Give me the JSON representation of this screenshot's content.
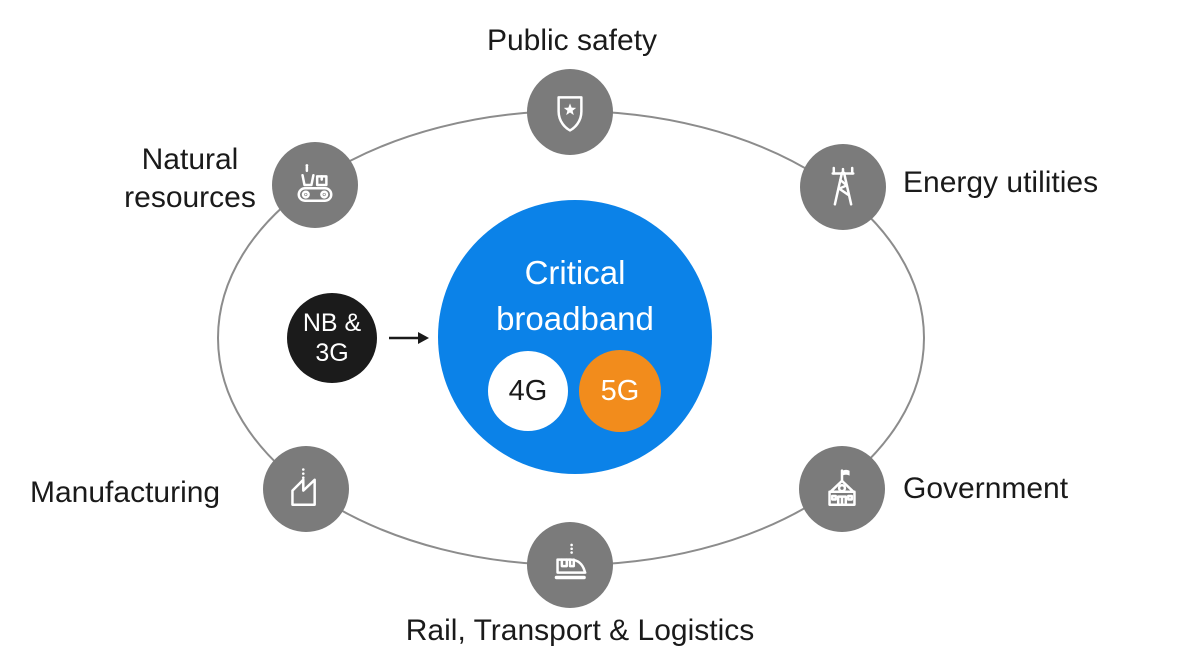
{
  "diagram": {
    "center": {
      "title_line1": "Critical",
      "title_line2": "broadband",
      "bubble_4g": "4G",
      "bubble_5g": "5G"
    },
    "legacy_node": {
      "line1": "NB &",
      "line2": "3G"
    },
    "sectors": [
      {
        "id": "public-safety",
        "label": "Public safety",
        "icon": "shield-star-icon"
      },
      {
        "id": "natural-resources",
        "label": "Natural resources",
        "icon": "conveyor-belt-icon"
      },
      {
        "id": "energy-utilities",
        "label": "Energy utilities",
        "icon": "transmission-tower-icon"
      },
      {
        "id": "manufacturing",
        "label": "Manufacturing",
        "icon": "factory-icon"
      },
      {
        "id": "government",
        "label": "Government",
        "icon": "government-building-icon"
      },
      {
        "id": "rail-transport-logistics",
        "label": "Rail, Transport & Logistics",
        "icon": "train-icon"
      }
    ]
  },
  "colors": {
    "blue": "#0b82e8",
    "orange": "#f28c1c",
    "node-gray": "#7b7b7b",
    "ring-gray": "#8c8c8c",
    "ink": "#1a1a1a",
    "legacy-black": "#1b1b1b"
  }
}
